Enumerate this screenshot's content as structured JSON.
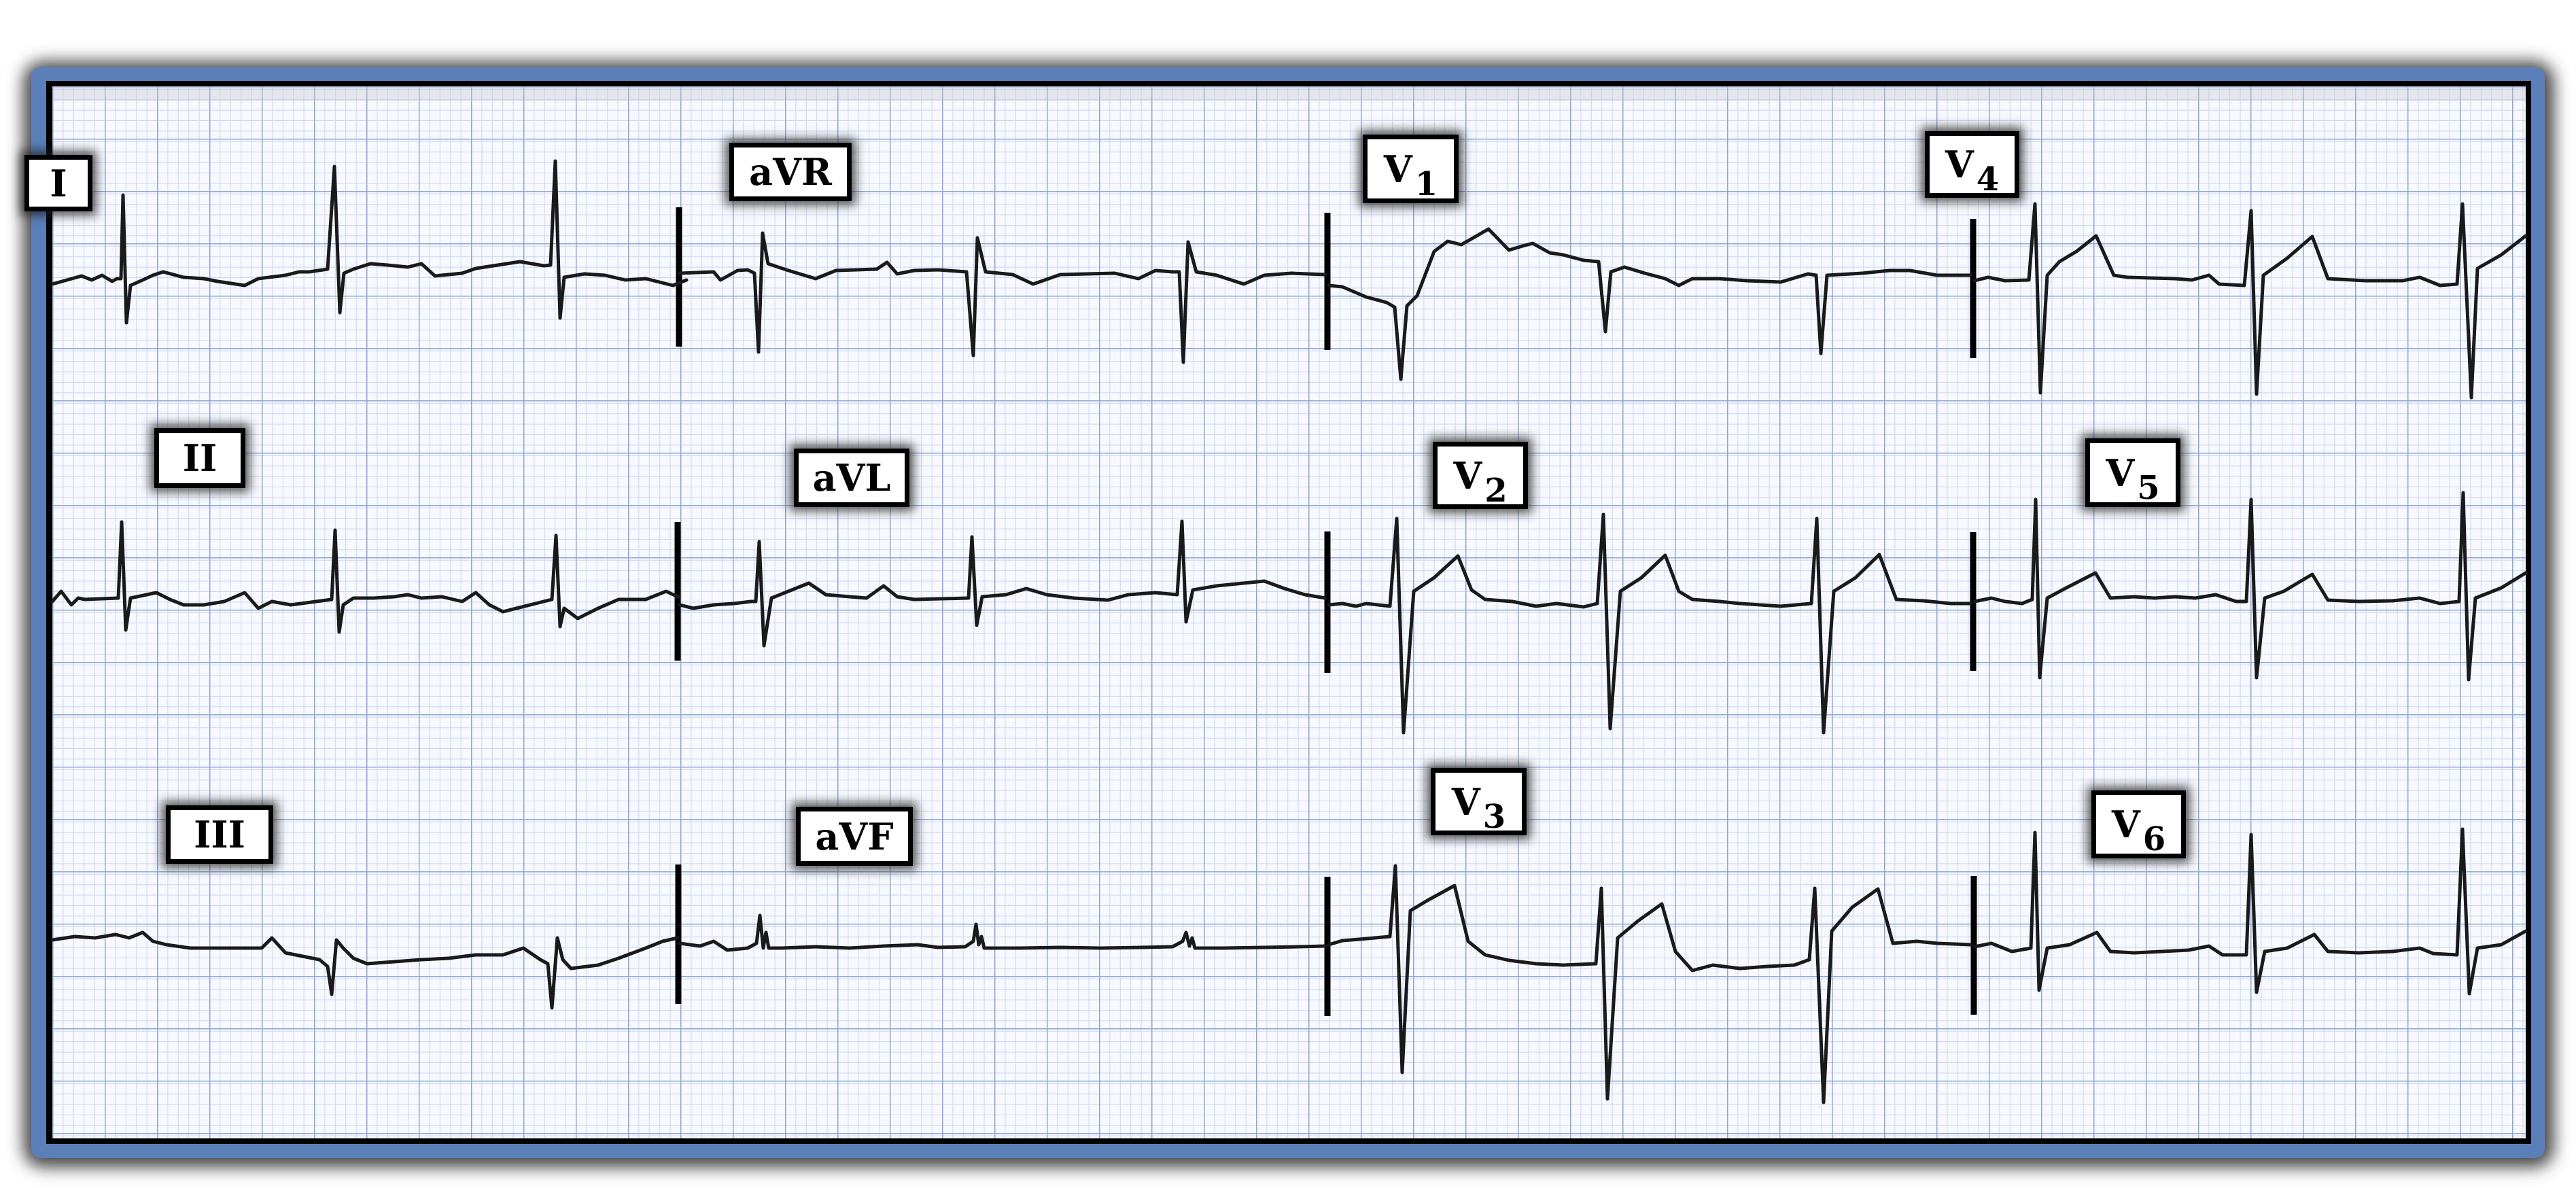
{
  "figure": {
    "type": "12-lead electrocardiogram",
    "layout": "3 rows x 4 columns",
    "colors": {
      "frame_outer": "#5b7fb8",
      "frame_shadow": "#4a4a4a",
      "frame_inner_border": "#000000",
      "grid_minor": "#c9d6ee",
      "grid_major": "#8fa6d4",
      "paper": "#f7f9fe",
      "trace": "#1a1a1a"
    }
  },
  "leads": [
    {
      "id": "I",
      "label": "I",
      "sub": "",
      "row": 0,
      "col": 0
    },
    {
      "id": "aVR",
      "label": "aVR",
      "sub": "",
      "row": 0,
      "col": 1
    },
    {
      "id": "V1",
      "label": "V",
      "sub": "1",
      "row": 0,
      "col": 2
    },
    {
      "id": "V4",
      "label": "V",
      "sub": "4",
      "row": 0,
      "col": 3
    },
    {
      "id": "II",
      "label": "II",
      "sub": "",
      "row": 1,
      "col": 0
    },
    {
      "id": "aVL",
      "label": "aVL",
      "sub": "",
      "row": 1,
      "col": 1
    },
    {
      "id": "V2",
      "label": "V",
      "sub": "2",
      "row": 1,
      "col": 2
    },
    {
      "id": "V5",
      "label": "V",
      "sub": "5",
      "row": 1,
      "col": 3
    },
    {
      "id": "III",
      "label": "III",
      "sub": "",
      "row": 2,
      "col": 0
    },
    {
      "id": "aVF",
      "label": "aVF",
      "sub": "",
      "row": 2,
      "col": 1
    },
    {
      "id": "V3",
      "label": "V",
      "sub": "3",
      "row": 2,
      "col": 2
    },
    {
      "id": "V6",
      "label": "V",
      "sub": "6",
      "row": 2,
      "col": 3
    }
  ]
}
